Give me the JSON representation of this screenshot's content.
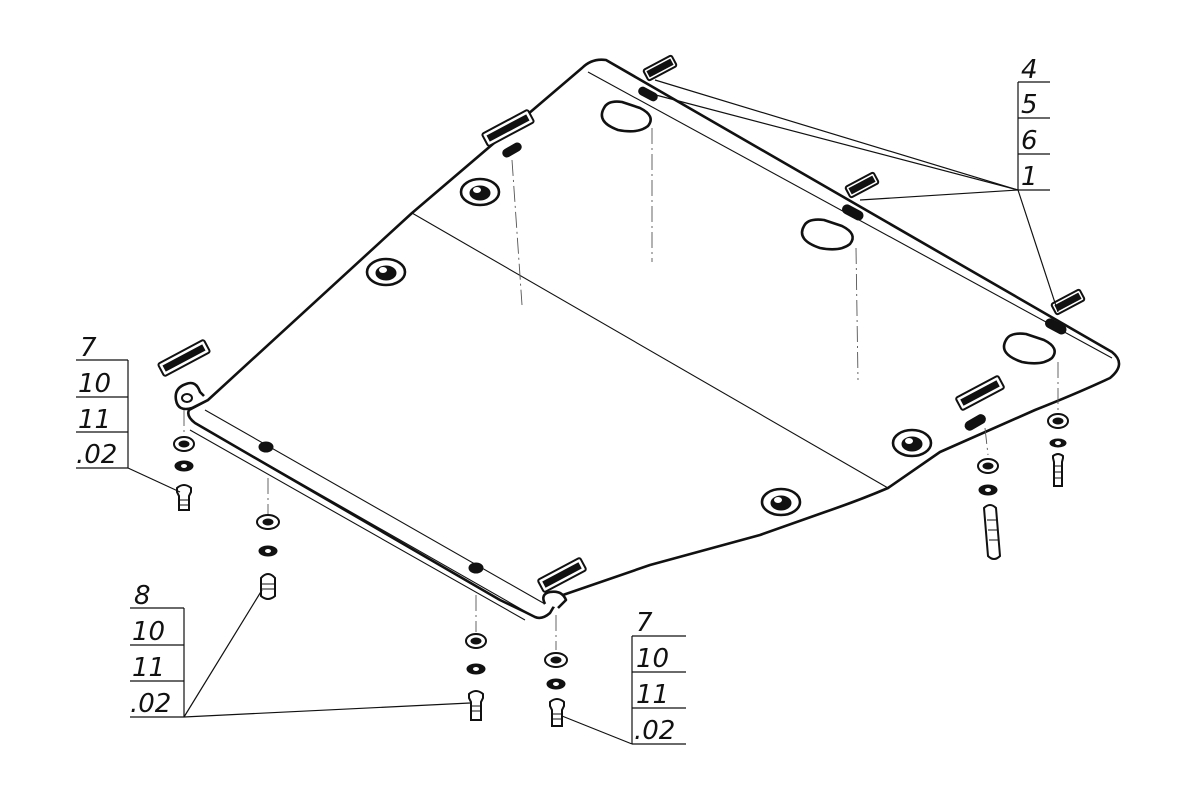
{
  "callouts": {
    "top_right": [
      "4",
      "5",
      "6",
      "1"
    ],
    "left": [
      "7",
      "10",
      "11",
      ".02"
    ],
    "bottom_left": [
      "8",
      "10",
      "11",
      ".02"
    ],
    "bottom_center": [
      "7",
      "10",
      "11",
      ".02"
    ]
  }
}
